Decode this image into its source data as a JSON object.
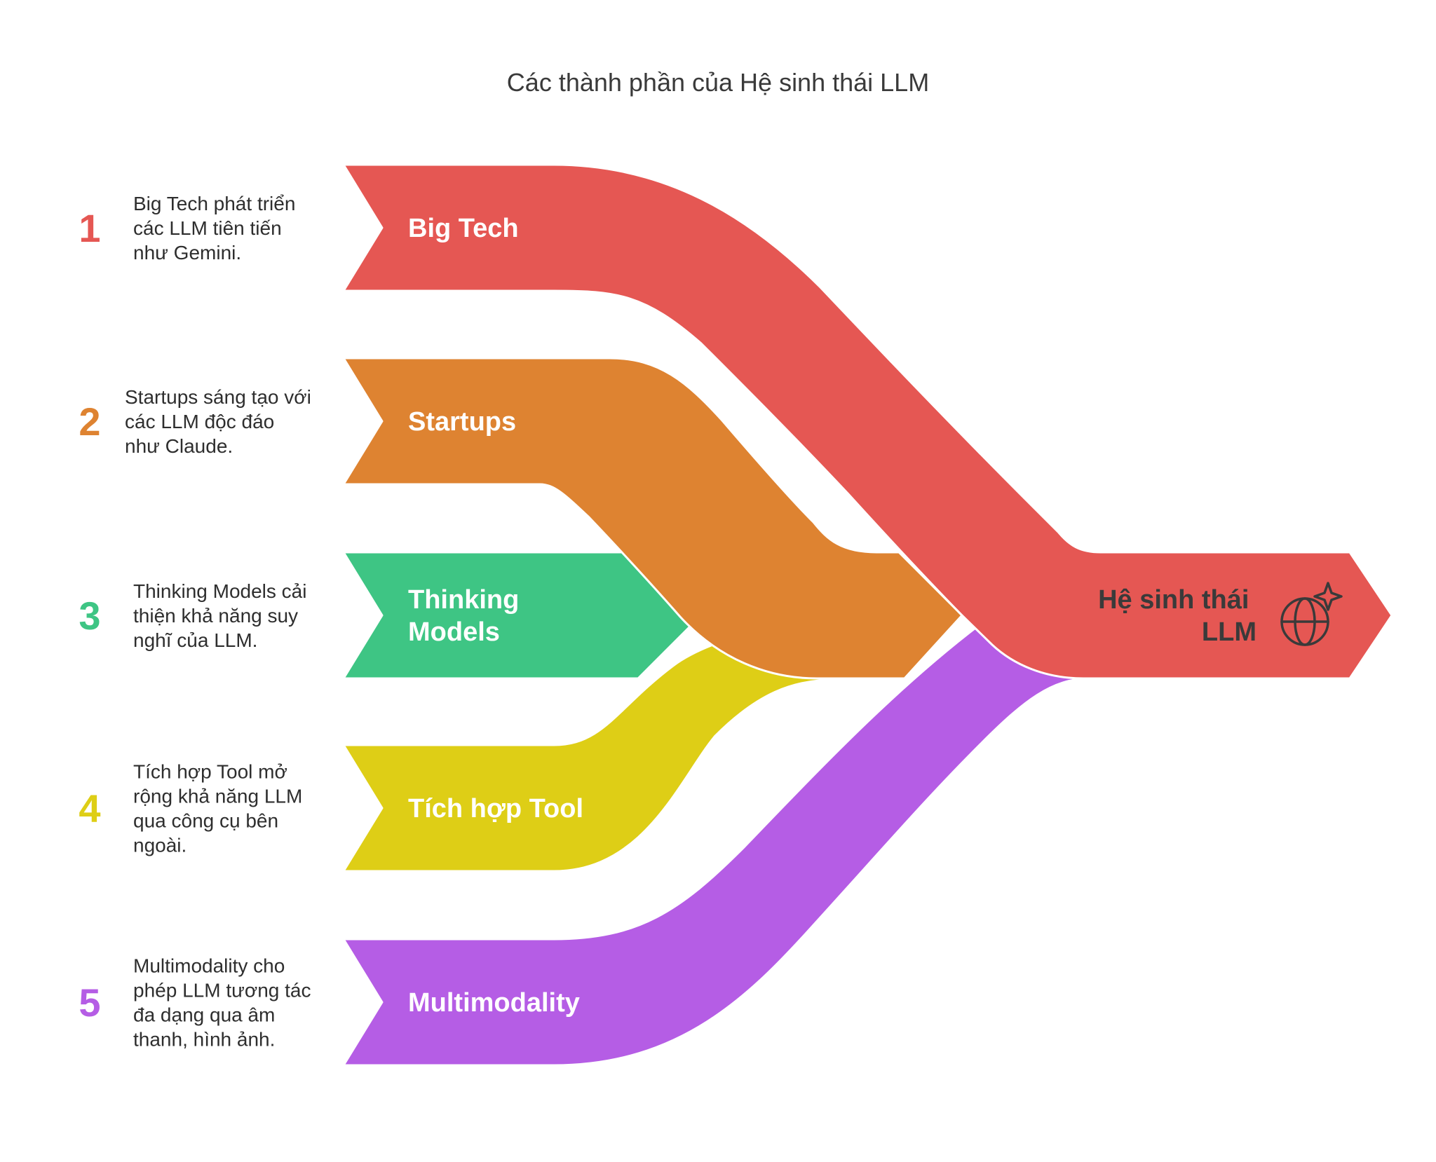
{
  "title": "Các thành phần của Hệ sinh thái LLM",
  "target": {
    "label_lines": [
      "Hệ sinh thái",
      "LLM"
    ],
    "icon": "globe-sparkle-icon",
    "color": "#E55753"
  },
  "items": [
    {
      "number": "1",
      "label_lines": [
        "Big Tech"
      ],
      "desc_lines": [
        "Big Tech phát triển",
        "các LLM tiên tiến",
        "như Gemini."
      ],
      "color": "#E55753"
    },
    {
      "number": "2",
      "label_lines": [
        "Startups"
      ],
      "desc_lines": [
        "Startups sáng tạo với",
        "các LLM độc đáo",
        "như Claude."
      ],
      "color": "#DE8331"
    },
    {
      "number": "3",
      "label_lines": [
        "Thinking",
        "Models"
      ],
      "desc_lines": [
        "Thinking Models cải",
        "thiện khả năng suy",
        "nghĩ của LLM."
      ],
      "color": "#3EC584"
    },
    {
      "number": "4",
      "label_lines": [
        "Tích hợp Tool"
      ],
      "desc_lines": [
        "Tích hợp Tool mở",
        "rộng khả năng LLM",
        "qua công cụ bên",
        "ngoài."
      ],
      "color": "#DECE16"
    },
    {
      "number": "5",
      "label_lines": [
        "Multimodality"
      ],
      "desc_lines": [
        "Multimodality cho",
        "phép LLM tương tác",
        "đa dạng qua âm",
        "thanh, hình ảnh."
      ],
      "color": "#B55DE5"
    }
  ]
}
